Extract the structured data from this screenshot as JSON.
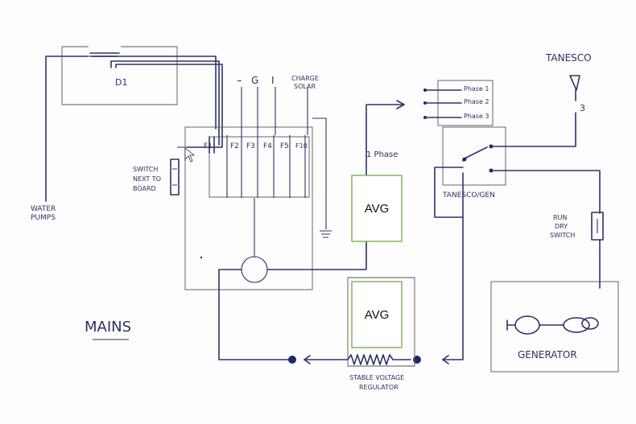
{
  "labels": {
    "d1": "D1",
    "water_pumps_1": "WATER",
    "water_pumps_2": "PUMPS",
    "switch_1": "SWITCH",
    "switch_2": "NEXT TO",
    "switch_3": "BOARD",
    "fuses": [
      "F1",
      "F2",
      "F3",
      "F4",
      "F5",
      "F10"
    ],
    "bus_dash": "–",
    "bus_g": "G",
    "bus_i": "I",
    "charge_solar_1": "CHARGE",
    "charge_solar_2": "SOLAR",
    "one_phase": "1 Phase",
    "avg_top": "AVG",
    "avg_bottom": "AVG",
    "stable_regulator_1": "STABLE VOLTAGE",
    "stable_regulator_2": "REGULATOR",
    "phases": [
      "Phase 1",
      "Phase 2",
      "Phase 3"
    ],
    "tanesco": "TANESCO",
    "tanesco_phase_count": "3",
    "tanesco_gen": "TANESCO/GEN",
    "run_dry_1": "RUN",
    "run_dry_2": "DRY",
    "run_dry_3": "SWITCH",
    "generator": "GENERATOR",
    "mains": "MAINS"
  }
}
